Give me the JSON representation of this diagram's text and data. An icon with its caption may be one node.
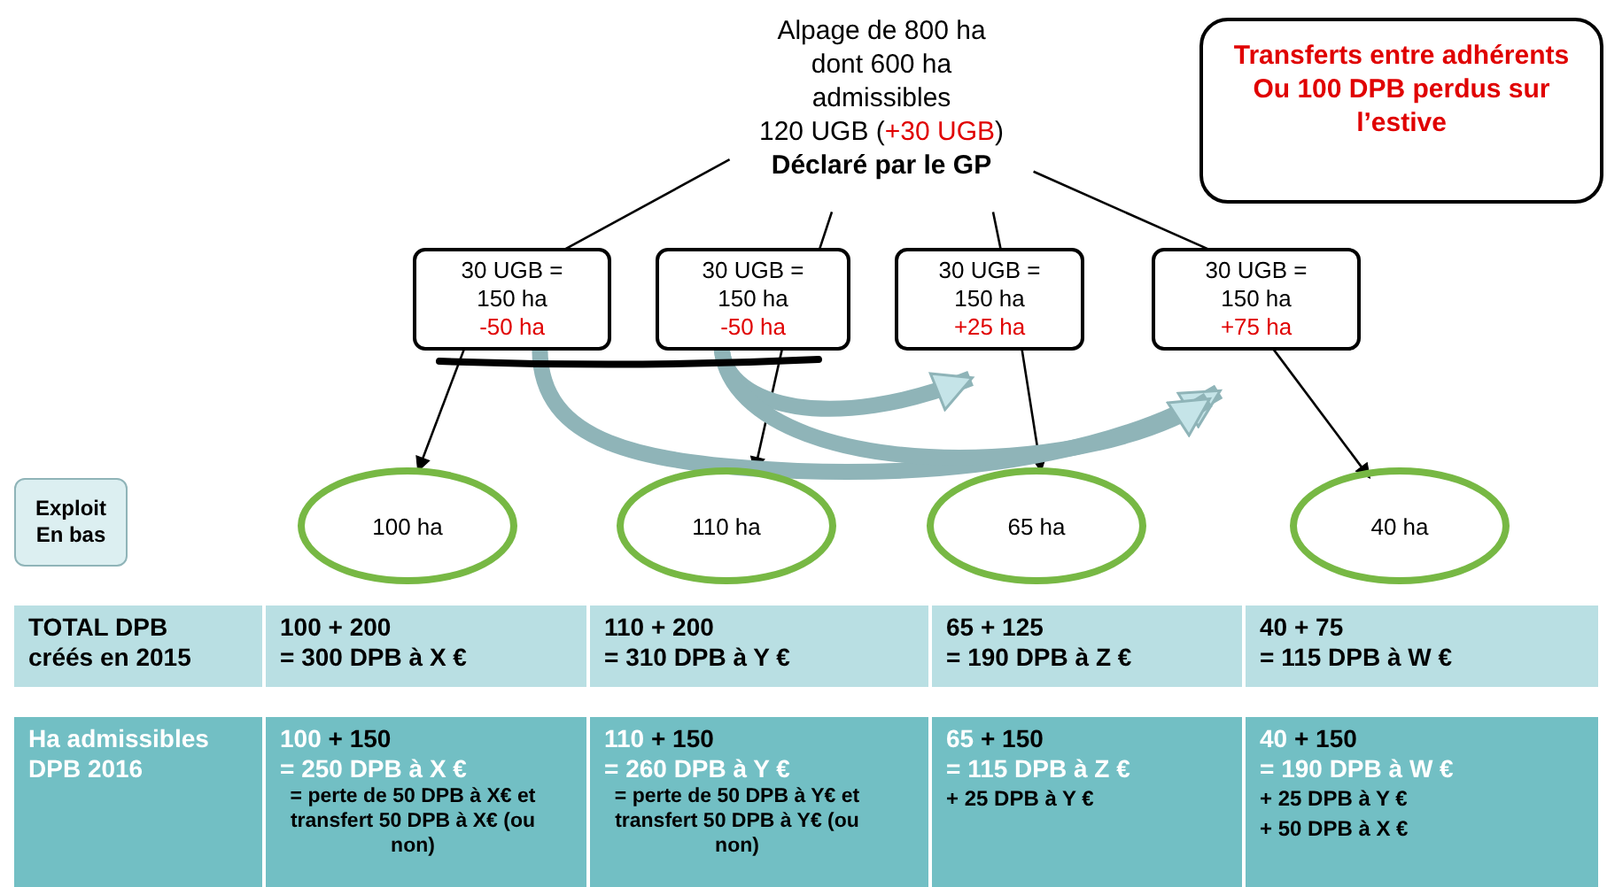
{
  "diagram": {
    "nodes": [
      {
        "text": [
          "Alpage de 800 ha dont 600 ha admissibles",
          "120 UGB (+30 UGB)",
          "Déclaré par le GP"
        ]
      },
      {
        "text": [
          "Transferts entre adhérents Ou 100 DPB perdus sur l’estive"
        ]
      },
      {
        "text": [
          "30 UGB = 150 ha",
          "-50 ha"
        ]
      },
      {
        "text": [
          "30 UGB = 150 ha",
          "-50 ha"
        ]
      },
      {
        "text": [
          "30 UGB = 150 ha",
          "+25 ha"
        ]
      },
      {
        "text": [
          "30 UGB = 150 ha",
          "+75 ha"
        ]
      },
      {
        "text": [
          "Exploit En bas"
        ]
      },
      {
        "text": [
          "100 ha"
        ]
      },
      {
        "text": [
          "110 ha"
        ]
      },
      {
        "text": [
          "65 ha"
        ]
      },
      {
        "text": [
          "40 ha"
        ]
      }
    ],
    "edges": [
      {
        "from": 0,
        "to": 2,
        "arrow": "none"
      },
      {
        "from": 0,
        "to": 3,
        "arrow": "none"
      },
      {
        "from": 0,
        "to": 4,
        "arrow": "none"
      },
      {
        "from": 0,
        "to": 5,
        "arrow": "none"
      },
      {
        "from": 2,
        "to": 7,
        "arrow": "to"
      },
      {
        "from": 3,
        "to": 8,
        "arrow": "to"
      },
      {
        "from": 4,
        "to": 9,
        "arrow": "to"
      },
      {
        "from": 5,
        "to": 10,
        "arrow": "to"
      },
      {
        "from": 2,
        "to": 5,
        "arrow": "to",
        "style": "thick",
        "color": "#8fb4b8"
      },
      {
        "from": 3,
        "to": 4,
        "arrow": "to",
        "style": "thick",
        "color": "#8fb4b8"
      },
      {
        "from": 3,
        "to": 5,
        "arrow": "to",
        "style": "thick",
        "color": "#8fb4b8"
      }
    ],
    "labels": [
      "TOTAL DPB créés en 2015",
      "100 + 200",
      "= 300 DPB à X €",
      "110 + 200",
      "= 310 DPB à Y €",
      "65 + 125",
      "= 190 DPB à Z €",
      "40 + 75",
      "= 115 DPB à W €",
      "Ha admissibles DPB 2016",
      "100 + 150",
      "= 250 DPB à X €",
      "= perte de 50 DPB à X€ et transfert 50 DPB à X€ (ou non)",
      "110 + 150",
      "= 260 DPB à Y €",
      "= perte de 50 DPB à Y€ et transfert 50 DPB à Y€ (ou non)",
      "65 + 150",
      "= 115 DPB à Z €",
      "+ 25 DPB à Y €",
      "40 + 150",
      "= 190 DPB à W €",
      "+ 25 DPB à Y €",
      "+ 50 DPB à X €"
    ]
  }
}
